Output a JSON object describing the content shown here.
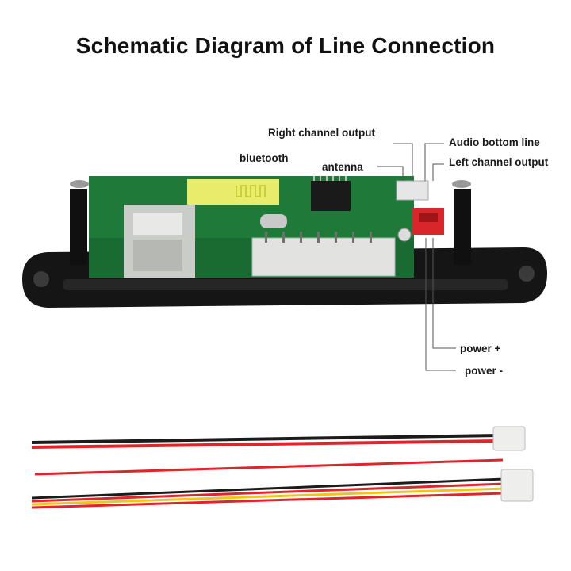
{
  "title": "Schematic Diagram of Line Connection",
  "labels": {
    "right_channel_output": "Right channel output",
    "bluetooth": "bluetooth",
    "antenna": "antenna",
    "audio_bottom_line": "Audio bottom line",
    "left_channel_output": "Left channel output",
    "power_plus": "power +",
    "power_minus": "power -"
  },
  "colors": {
    "pcb_green": "#1f7a3a",
    "housing": "#151515",
    "connector_red": "#d8262b",
    "wire_red": "#e0242a",
    "wire_black": "#1b1b1b",
    "wire_yellow": "#f0c419",
    "bt_module": "#e8ec6a"
  }
}
